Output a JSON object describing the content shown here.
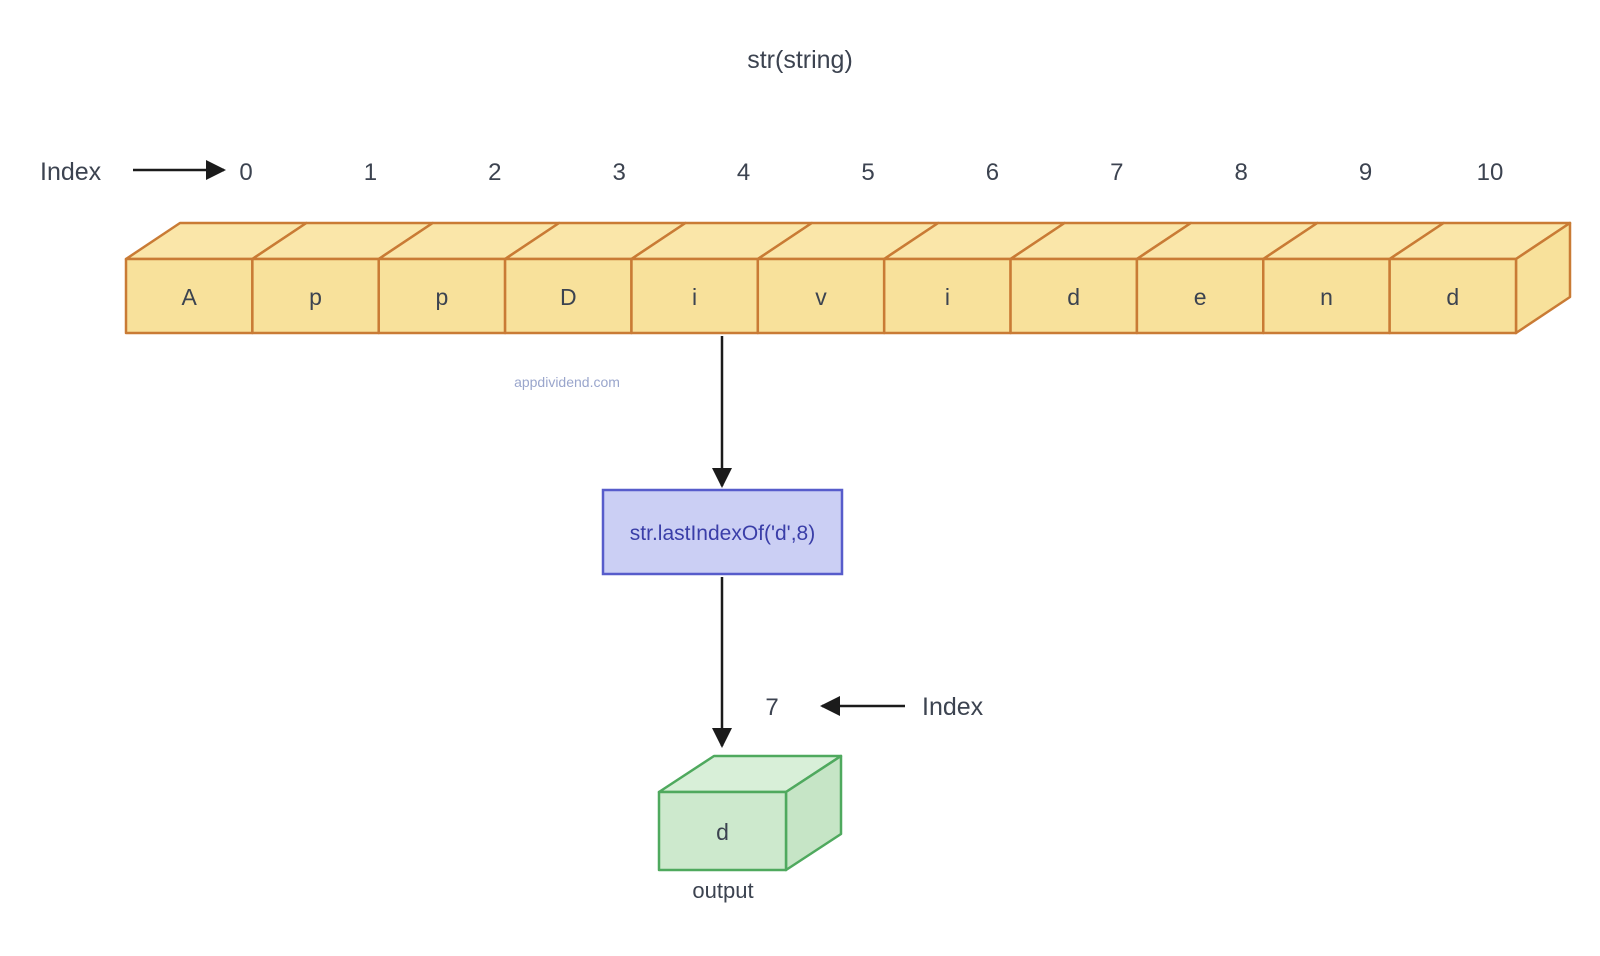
{
  "title": "str(string)",
  "index_row": {
    "label": "Index",
    "values": [
      "0",
      "1",
      "2",
      "3",
      "4",
      "5",
      "6",
      "7",
      "8",
      "9",
      "10"
    ]
  },
  "string_array": {
    "cells": [
      "A",
      "p",
      "p",
      "D",
      "i",
      "v",
      "i",
      "d",
      "e",
      "n",
      "d"
    ]
  },
  "watermark": "appdividend.com",
  "method_box": {
    "label": "str.lastIndexOf('d',8)"
  },
  "output": {
    "index_value": "7",
    "index_label": "Index",
    "char": "d",
    "caption": "output"
  },
  "colors": {
    "text": "#3C4350",
    "arrow": "#1B1B1B",
    "array_fill": "#F8E19B",
    "array_fill_top": "#FAE6A9",
    "array_border": "#C97B35",
    "method_fill": "#CBCFF4",
    "method_border": "#575CCB",
    "method_text": "#3A3EA8",
    "output_fill": "#CDE9CD",
    "output_fill_top": "#D8EFD8",
    "output_fill_right": "#C6E5C6",
    "output_border": "#4FA95E",
    "watermark": "#9AA6CC",
    "bg": "#FFFFFF"
  }
}
